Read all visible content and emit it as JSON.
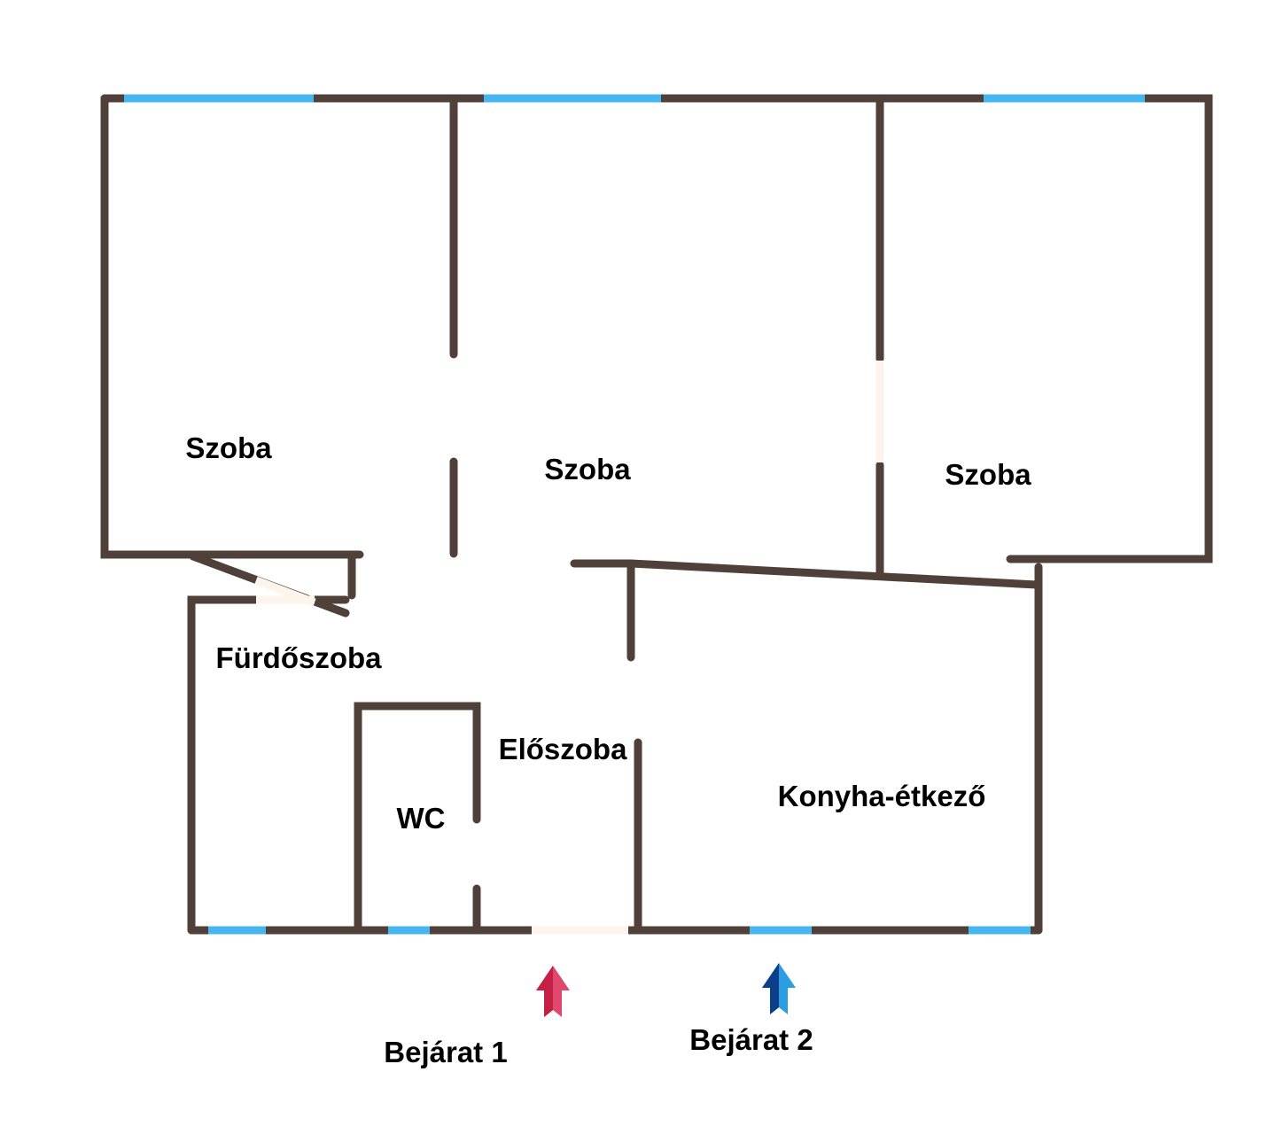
{
  "rooms": {
    "room1": "Szoba",
    "room2": "Szoba",
    "room3": "Szoba",
    "bathroom": "Fürdőszoba",
    "wc": "WC",
    "hall": "Előszoba",
    "kitchen": "Konyha-étkező"
  },
  "entrances": {
    "entrance1": {
      "label": "Bejárat 1",
      "color": "#d42e55"
    },
    "entrance2": {
      "label": "Bejárat 2",
      "color": "#1a7fd0"
    }
  },
  "colors": {
    "wall": "#4f4139",
    "window": "#45b6f0",
    "door": "#fdf5ec"
  }
}
